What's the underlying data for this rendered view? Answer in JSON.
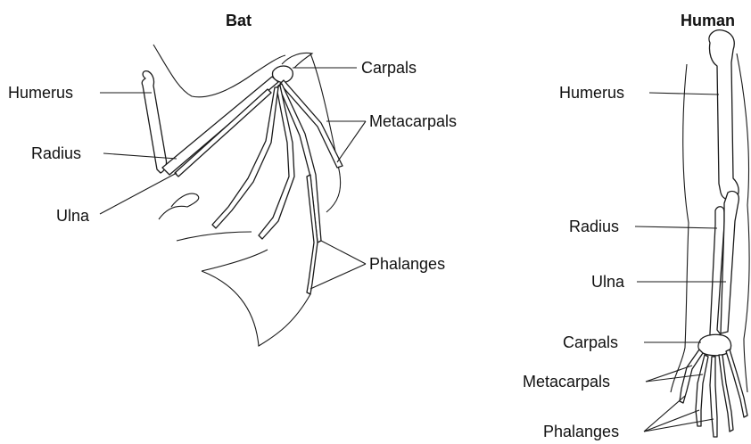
{
  "bat": {
    "title": "Bat",
    "labels": {
      "humerus": "Humerus",
      "radius": "Radius",
      "ulna": "Ulna",
      "carpals": "Carpals",
      "metacarpals": "Metacarpals",
      "phalanges": "Phalanges"
    }
  },
  "human": {
    "title": "Human",
    "labels": {
      "humerus": "Humerus",
      "radius": "Radius",
      "ulna": "Ulna",
      "carpals": "Carpals",
      "metacarpals": "Metacarpals",
      "phalanges": "Phalanges"
    }
  }
}
